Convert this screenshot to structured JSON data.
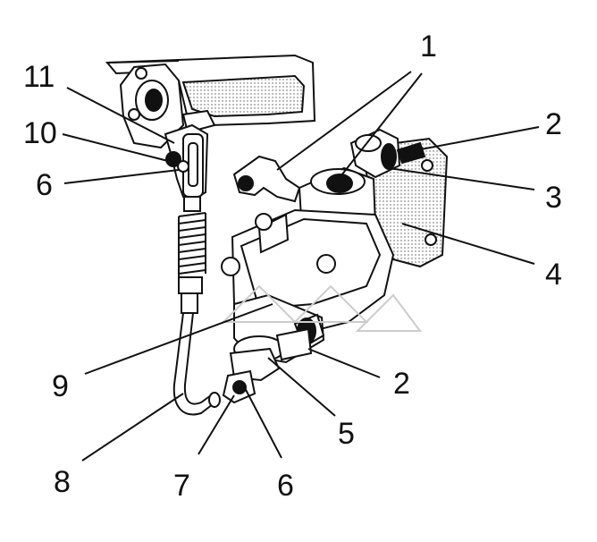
{
  "callouts": {
    "c1": "1",
    "c2a": "2",
    "c2b": "2",
    "c3": "3",
    "c4": "4",
    "c5": "5",
    "c6a": "6",
    "c6b": "6",
    "c7": "7",
    "c8": "8",
    "c9": "9",
    "c10": "10",
    "c11": "11"
  },
  "colors": {
    "ink": "#111111",
    "fill": "#ffffff",
    "hatch": "#444444"
  }
}
